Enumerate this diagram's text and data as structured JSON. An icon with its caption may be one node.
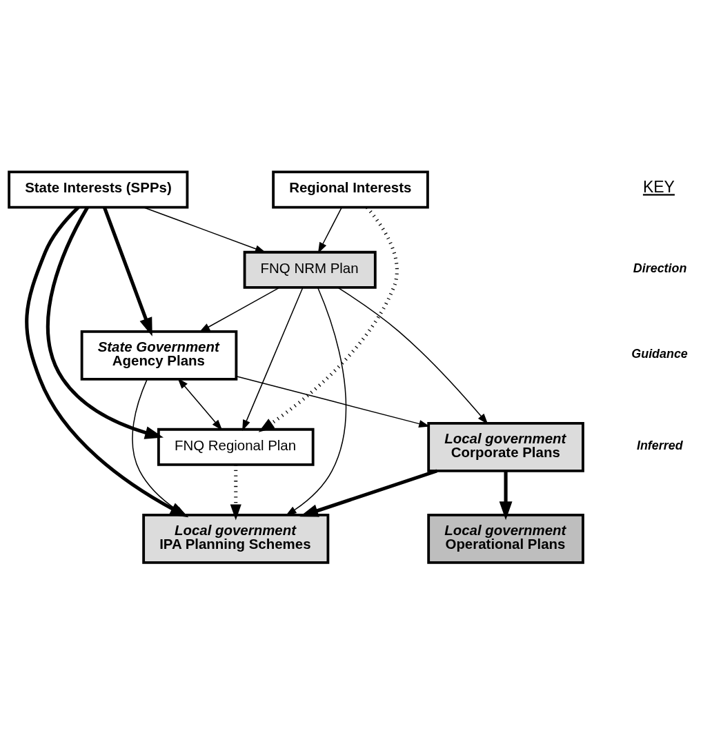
{
  "diagram": {
    "nodes": [
      {
        "text": [
          "State Interests (SPPs)"
        ]
      },
      {
        "text": [
          "FNQ NRM Plan"
        ]
      },
      {
        "text": [
          "Regional Interests"
        ]
      },
      {
        "text": [
          "*State Government* Agency Plans"
        ]
      },
      {
        "text": [
          "FNQ Regional Plan"
        ]
      },
      {
        "text": [
          "*Local government* Corporate Plans"
        ]
      },
      {
        "text": [
          "*Local government* IPA Planning Schemes"
        ]
      },
      {
        "text": [
          "*Local government* Operational Plans"
        ]
      }
    ],
    "edges": [
      {
        "from": 0,
        "to": 1,
        "arrow": "to"
      },
      {
        "from": 0,
        "to": 3,
        "arrow": "to",
        "style": "thick"
      },
      {
        "from": 0,
        "to": 4,
        "arrow": "to",
        "style": "thick"
      },
      {
        "from": 0,
        "to": 6,
        "arrow": "to",
        "style": "thick"
      },
      {
        "from": 2,
        "to": 1,
        "arrow": "to"
      },
      {
        "from": 2,
        "to": 4,
        "arrow": "to",
        "style": "dashed"
      },
      {
        "from": 1,
        "to": 3,
        "arrow": "to"
      },
      {
        "from": 1,
        "to": 4,
        "arrow": "to"
      },
      {
        "from": 1,
        "to": 5,
        "arrow": "to"
      },
      {
        "from": 1,
        "to": 6,
        "arrow": "to"
      },
      {
        "from": 3,
        "to": 4,
        "arrow": "both"
      },
      {
        "from": 3,
        "to": 5,
        "arrow": "to"
      },
      {
        "from": 3,
        "to": 6,
        "arrow": "to"
      },
      {
        "from": 4,
        "to": 6,
        "arrow": "to",
        "style": "dashed"
      },
      {
        "from": 5,
        "to": 6,
        "arrow": "to",
        "style": "thick"
      },
      {
        "from": 5,
        "to": 7,
        "arrow": "to",
        "style": "thick"
      }
    ],
    "labels": [
      "KEY"
    ],
    "legend": [
      {
        "text": "Direction"
      },
      {
        "text": "Guidance"
      },
      {
        "text": "Inferred"
      }
    ]
  }
}
